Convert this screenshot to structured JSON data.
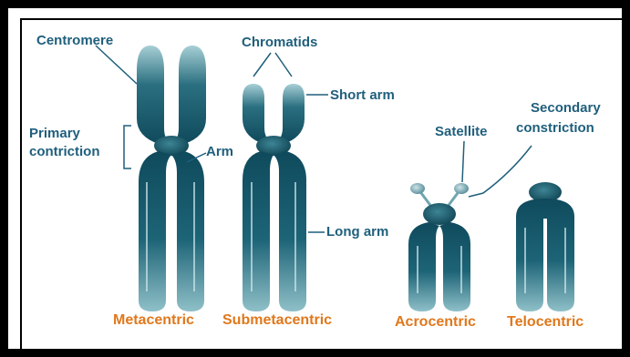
{
  "labels": {
    "centromere": "Centromere",
    "chromatids": "Chromatids",
    "short_arm": "Short arm",
    "primary_contriction_line1": "Primary",
    "primary_contriction_line2": "contriction",
    "arm": "Arm",
    "satellite": "Satellite",
    "secondary_constriction_line1": "Secondary",
    "secondary_constriction_line2": "constriction",
    "long_arm": "Long arm"
  },
  "types": {
    "metacentric": "Metacentric",
    "submetacentric": "Submetacentric",
    "acrocentric": "Acrocentric",
    "telocentric": "Telocentric"
  },
  "colors": {
    "label": "#1f5f7c",
    "type_label": "#e0781c",
    "chromosome_dark": "#0f4a5c",
    "chromosome_light": "#7fb3bd"
  }
}
